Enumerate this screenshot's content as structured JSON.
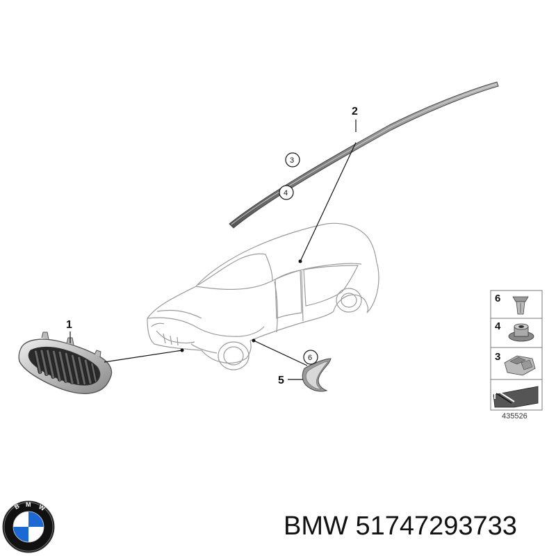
{
  "callouts": {
    "c1": "1",
    "c2": "2",
    "c3": "3",
    "c4": "4",
    "c5": "5",
    "c6": "6"
  },
  "legend": {
    "items": [
      {
        "number": "6",
        "icon": "clip-icon"
      },
      {
        "number": "4",
        "icon": "nut-icon"
      },
      {
        "number": "3",
        "icon": "clamp-icon"
      }
    ],
    "reference_number": "435526"
  },
  "logo": {
    "lettering": "BMW",
    "colors": {
      "blue": "#1c69d4",
      "white": "#ffffff",
      "black": "#111111"
    }
  },
  "footer": {
    "brand": "BMW",
    "part_number": "51747293733"
  }
}
